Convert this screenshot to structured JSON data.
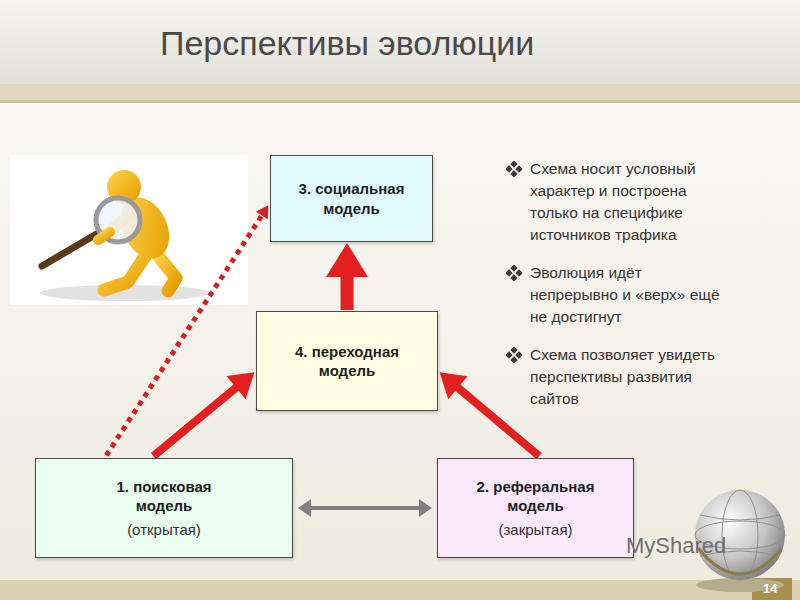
{
  "diagram": {
    "title": "Перспективы эволюции",
    "nodes": [
      {
        "text": [
          "3. социальная модель"
        ]
      },
      {
        "text": [
          "4. переходная модель"
        ]
      },
      {
        "text": [
          "1. поисковая модель",
          "(открытая)"
        ]
      },
      {
        "text": [
          "2. реферальная модель",
          "(закрытая)"
        ]
      }
    ],
    "edges": [
      {
        "from": 2,
        "to": 1,
        "arrow": "to"
      },
      {
        "from": 3,
        "to": 1,
        "arrow": "to"
      },
      {
        "from": 1,
        "to": 0,
        "arrow": "to"
      },
      {
        "from": 2,
        "to": 3,
        "arrow": "both"
      },
      {
        "from": 2,
        "to": 0,
        "arrow": "to"
      }
    ],
    "labels": [
      "Схема носит условный характер и построена только на специфике источников трафика",
      "Эволюция идёт непрерывно и «верх» ещё не достигнут",
      "Схема позволяет увидеть перспективы развития сайтов",
      "MyShared",
      "14"
    ]
  }
}
